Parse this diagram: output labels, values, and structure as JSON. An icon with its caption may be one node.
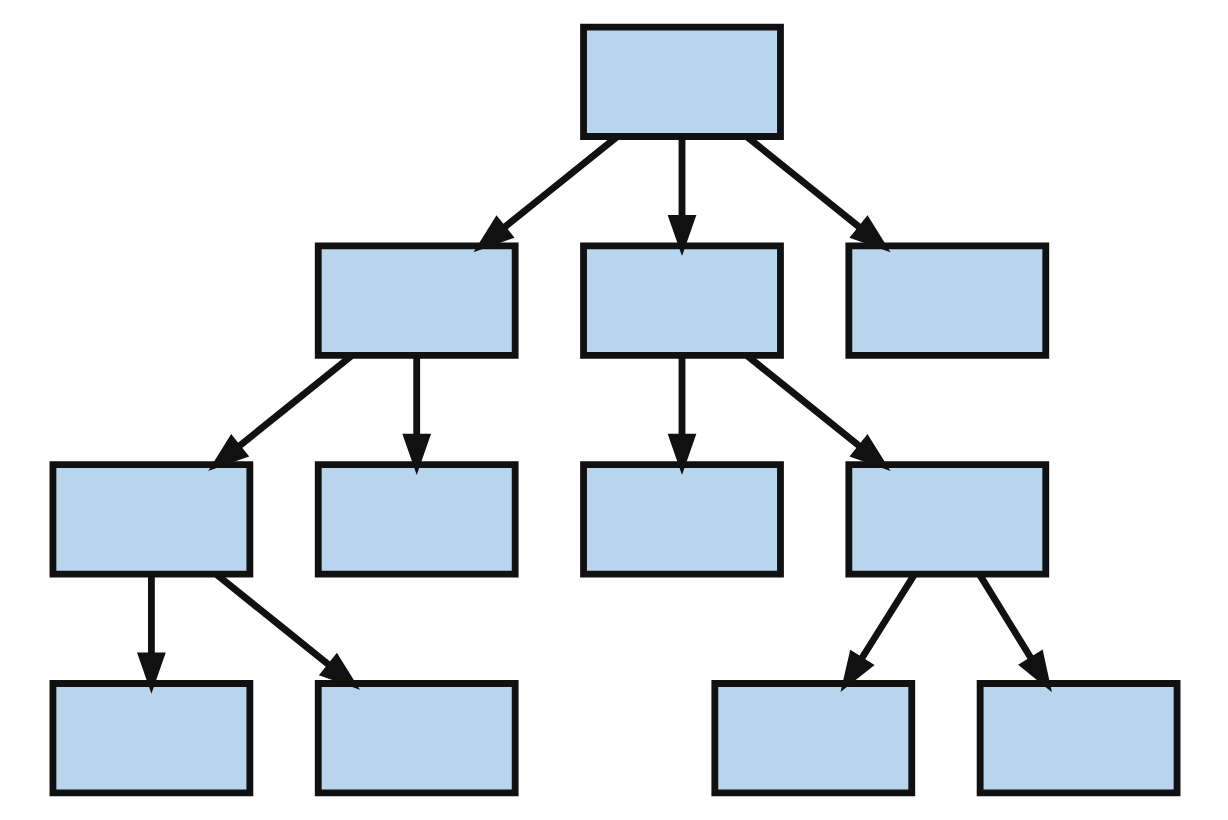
{
  "diagram": {
    "nodes": [
      {
        "text": [],
        "shape": "box"
      },
      {
        "text": [],
        "shape": "box"
      },
      {
        "text": [],
        "shape": "box"
      },
      {
        "text": [],
        "shape": "box"
      },
      {
        "text": [],
        "shape": "box"
      },
      {
        "text": [],
        "shape": "box"
      },
      {
        "text": [],
        "shape": "box"
      },
      {
        "text": [],
        "shape": "box"
      },
      {
        "text": [],
        "shape": "box"
      },
      {
        "text": [],
        "shape": "box"
      },
      {
        "text": [],
        "shape": "box"
      },
      {
        "text": [],
        "shape": "box"
      }
    ],
    "edges": [
      {
        "from": 0,
        "to": 1,
        "arrow": "to"
      },
      {
        "from": 0,
        "to": 2,
        "arrow": "to"
      },
      {
        "from": 0,
        "to": 3,
        "arrow": "to"
      },
      {
        "from": 1,
        "to": 4,
        "arrow": "to"
      },
      {
        "from": 1,
        "to": 5,
        "arrow": "to"
      },
      {
        "from": 2,
        "to": 6,
        "arrow": "to"
      },
      {
        "from": 2,
        "to": 7,
        "arrow": "to"
      },
      {
        "from": 4,
        "to": 8,
        "arrow": "to"
      },
      {
        "from": 4,
        "to": 9,
        "arrow": "to"
      },
      {
        "from": 7,
        "to": 10,
        "arrow": "to"
      },
      {
        "from": 7,
        "to": 11,
        "arrow": "to"
      }
    ]
  }
}
